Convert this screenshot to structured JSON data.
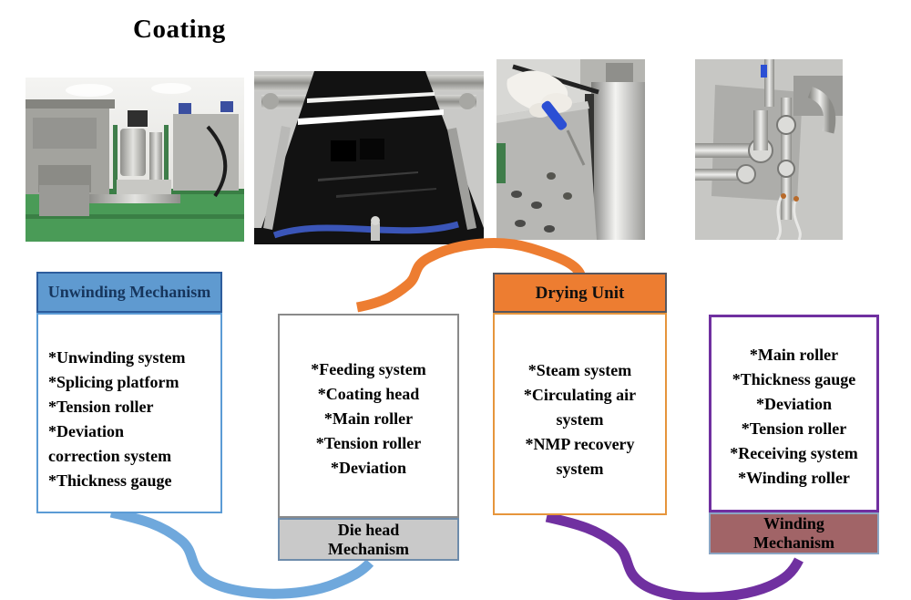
{
  "title": "Coating",
  "colors": {
    "blue_header_bg": "#5f9ad0",
    "blue_header_border": "#2d5d9d",
    "blue_curve": "#6fa8dc",
    "orange_header_bg": "#ed7d31",
    "orange_curve": "#ed7d31",
    "orange_body_border": "#e6953c",
    "gray_footer_bg": "#c9c9c9",
    "gray_body_border": "#8a8a8a",
    "purple_curve": "#7030a0",
    "purple_body_border": "#7030a0",
    "maroon_footer_bg": "#a16467",
    "footer_border_blue": "#8ba6c4"
  },
  "photos": [
    {
      "name": "unwinding-machine-photo"
    },
    {
      "name": "coated-web-photo"
    },
    {
      "name": "die-head-maintenance-photo"
    },
    {
      "name": "piping-valves-photo"
    }
  ],
  "stages": [
    {
      "title_lines": [
        "Unwinding Mechanism"
      ],
      "items": [
        "*Unwinding system",
        "*Splicing platform",
        "*Tension roller",
        "*Deviation",
        "correction system",
        "*Thickness gauge"
      ]
    },
    {
      "title_lines": [
        "Die head",
        "Mechanism"
      ],
      "items": [
        "*Feeding system",
        "*Coating head",
        "*Main roller",
        "*Tension roller",
        "*Deviation"
      ]
    },
    {
      "title_lines": [
        "Drying Unit"
      ],
      "items": [
        "*Steam system",
        "*Circulating air",
        "system",
        "*NMP recovery",
        "system"
      ]
    },
    {
      "title_lines": [
        "Winding",
        "Mechanism"
      ],
      "items": [
        "*Main roller",
        "*Thickness gauge",
        "*Deviation",
        "*Tension roller",
        "*Receiving system",
        "*Winding roller"
      ]
    }
  ]
}
